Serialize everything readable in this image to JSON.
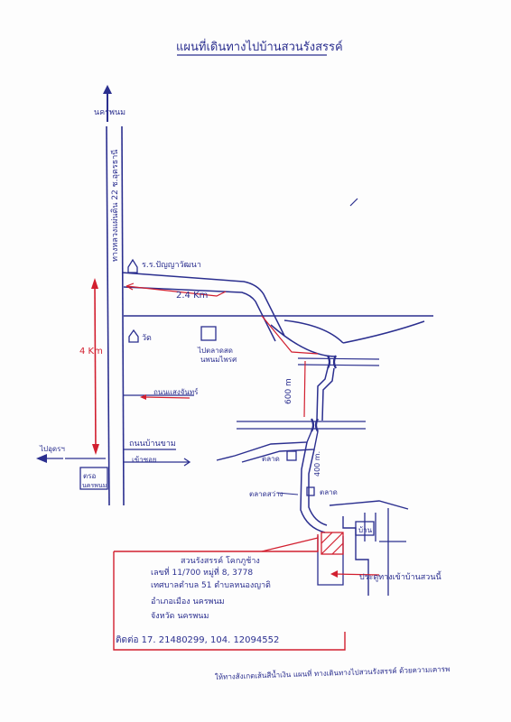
{
  "map": {
    "title": "แผนที่เดินทางไปบ้านสวนรังสรรค์",
    "north_label": "นครพนม",
    "highway_label": "ทางหลวงแผ่นดิน 22 ช.อุดรธานี",
    "school_label": "ร.ร.ปัญญาวัฒนา",
    "temple_label": "วัด",
    "pump_label": "ไปตลาดสด\nนพนมไพรศ",
    "distance_main": "2.4 Km",
    "distance_left": "4 Km",
    "distance_mid": "600 m",
    "distance_small": "400 m.",
    "road_label_1": "ถนนแสงจันทร์",
    "road_label_2": "ถนนบ้านขาม",
    "turn_label": "เข้าซอย",
    "left_arrow_label": "ไปอุดรฯ",
    "school_box_line1": "ตรอ",
    "school_box_line2": "นครพนม",
    "small_box_label": "ตลาด",
    "small_box_label2": "ตลาด",
    "bridge_label": "ตลาดสว่าง",
    "house_label": "บ้าน",
    "entrance_label": "ประตูทางเข้าบ้านสวนนี้",
    "info_lines": [
      "สวนรังสรรค์ โคกภูช้าง",
      "เลขที่ 11/700 หมู่ที่ 8, 3778",
      "เทศบาลตำบล 51 ตำบลหนองญาติ",
      "อำเภอเมือง นครพนม",
      "จังหวัด นครพนม",
      "ติดต่อ 17. 21480299, 104. 12094552"
    ],
    "footer": "ให้ทางสังเกตเส้นสีน้ำเงิน แผนที่ ทางเดินทางไปสวนรังสรรค์ ด้วยความเคารพ"
  }
}
